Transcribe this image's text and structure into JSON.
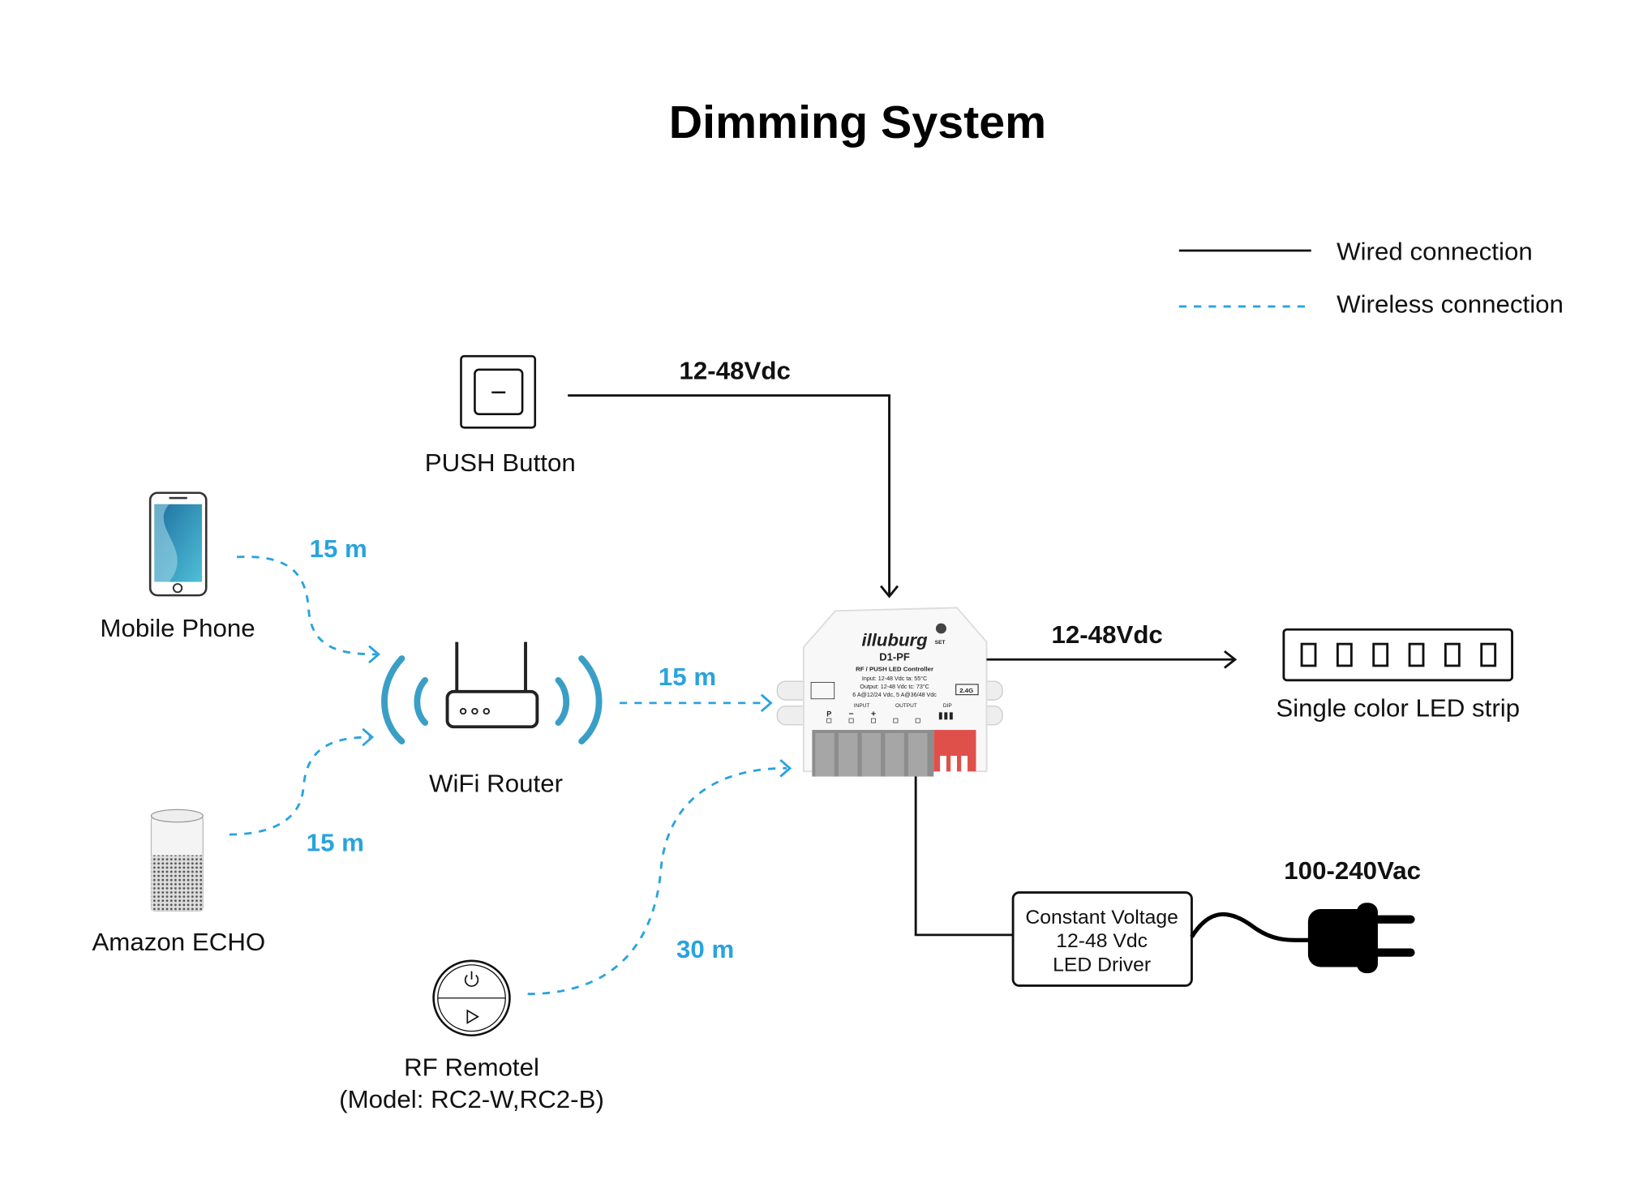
{
  "title": "Dimming System",
  "colors": {
    "wireless": "#29a3de",
    "wired": "#111111",
    "terminal_red": "#e0504a"
  },
  "legend": {
    "wired": "Wired connection",
    "wireless": "Wireless connection"
  },
  "devices": {
    "push_button": "PUSH Button",
    "mobile_phone": "Mobile Phone",
    "wifi_router": "WiFi Router",
    "amazon_echo": "Amazon ECHO",
    "rf_remote": [
      "RF Remotel",
      "(Model: RC2-W,RC2-B)"
    ],
    "led_strip": "Single color LED strip",
    "driver": [
      "Constant Voltage",
      "12-48 Vdc",
      "LED Driver"
    ]
  },
  "controller": {
    "brand": "illuburg",
    "model": "D1-PF",
    "type": "RF / PUSH LED Controller",
    "specs": [
      "Input: 12-48 Vdc   ta: 55°C",
      "Output: 12-48 Vdc   tc: 73°C",
      "6 A@12/24 Vdc, 5 A@36/48 Vdc"
    ],
    "band": "2.4G",
    "set": "SET",
    "terminals": {
      "input": "INPUT",
      "output": "OUTPUT",
      "dip": "DIP",
      "p": "P",
      "minus": "−",
      "plus": "+"
    }
  },
  "connections": {
    "push_voltage": "12-48Vdc",
    "strip_voltage": "12-48Vdc",
    "mains_voltage": "100-240Vac",
    "phone_range": "15 m",
    "echo_range": "15 m",
    "router_range": "15 m",
    "remote_range": "30 m"
  }
}
